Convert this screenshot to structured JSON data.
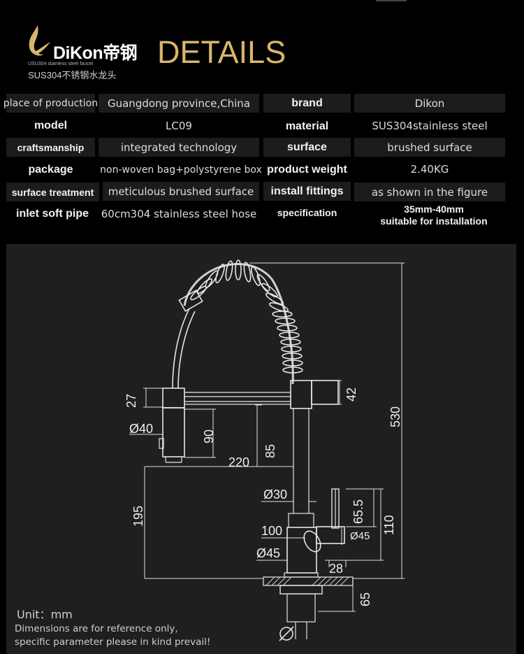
{
  "header": {
    "brand": "DiKon帝钢",
    "subtitle_small": "USU304 stainless steel faucet",
    "subtitle": "SUS304不锈钢水龙头",
    "title": "DETAILS"
  },
  "colors": {
    "gold": "#d8b56a",
    "background": "#000000",
    "cell": "#1c1c1c",
    "panel": "#1f1f1f"
  },
  "specs": {
    "place_label": "place of production",
    "place_value": "Guangdong province,China",
    "brand_label": "brand",
    "brand_value": "Dikon",
    "model_label": "model",
    "model_value": "LC09",
    "material_label": "material",
    "material_value": "SUS304stainless steel",
    "craft_label": "craftsmanship",
    "craft_value": "integrated technology",
    "surface_label": "surface",
    "surface_value": "brushed surface",
    "package_label": "package",
    "package_value": "non-woven bag+polystyrene box",
    "weight_label": "product weight",
    "weight_value": "2.40KG",
    "treatment_label": "surface treatment",
    "treatment_value": "meticulous brushed surface",
    "fittings_label": "install fittings",
    "fittings_value": "as shown in the figure",
    "pipe_label": "inlet soft pipe",
    "pipe_value": "60cm304 stainless steel hose",
    "spec_label": "specification",
    "spec_value_line1": "35mm-40mm",
    "spec_value_line2": "suitable for installation"
  },
  "drawing": {
    "dims": {
      "d27": "27",
      "d40": "Ø40",
      "d90": "90",
      "d42": "42",
      "d530": "530",
      "d85": "85",
      "d220": "220",
      "d195": "195",
      "d30": "Ø30",
      "d65_5": "65.5",
      "d110": "110",
      "d100": "100",
      "d45a": "Ø45",
      "d45b": "Ø45",
      "d28": "28",
      "d65": "65",
      "hole": "Ø"
    },
    "unit": "Unit：mm",
    "note_line1": "Dimensions are for reference only,",
    "note_line2": "specific parameter please in kind prevail!"
  }
}
